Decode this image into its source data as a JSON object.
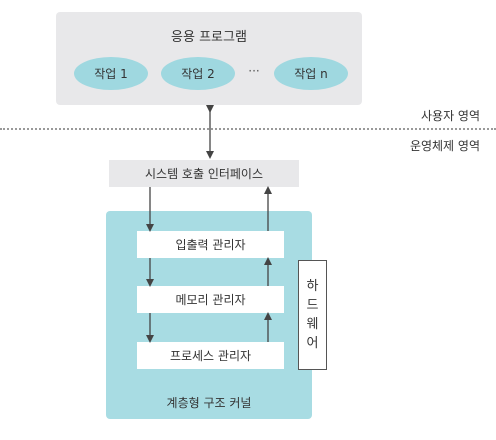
{
  "application": {
    "title": "응용 프로그램",
    "tasks": [
      "작업 1",
      "작업 2",
      "작업 n"
    ],
    "ellipsis": "···"
  },
  "areas": {
    "user": "사용자 영역",
    "os": "운영체제 영역"
  },
  "system_call_interface": "시스템 호출 인터페이스",
  "kernel": {
    "managers": [
      "입출력 관리자",
      "메모리 관리자",
      "프로세스 관리자"
    ],
    "label": "계층형 구조 커널"
  },
  "hardware": {
    "chars": [
      "하",
      "드",
      "웨",
      "어"
    ]
  },
  "colors": {
    "gray_box": "#e8e8ea",
    "task_oval": "#9fd8e0",
    "kernel_bg": "#a8dce3",
    "arrow": "#444444"
  }
}
